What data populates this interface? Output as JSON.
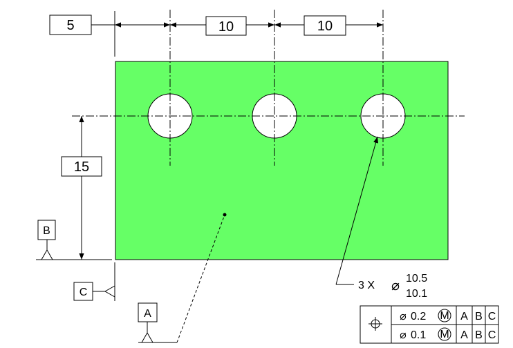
{
  "drawing": {
    "colors": {
      "part_fill": "#66ff66",
      "line": "#000000",
      "background": "#ffffff"
    },
    "dimensions": {
      "left_offset": "5",
      "hole_spacing_1": "10",
      "hole_spacing_2": "10",
      "vertical": "15"
    },
    "datums": {
      "a": "A",
      "b": "B",
      "c": "C"
    },
    "hole_callout": {
      "count": "3 X",
      "diameter_symbol": "⌀",
      "upper_limit": "10.5",
      "lower_limit": "10.1"
    },
    "feature_control_frame": {
      "characteristic_icon": "position-icon",
      "rows": [
        {
          "diameter_symbol": "⌀",
          "tolerance": "0.2",
          "modifier": "M",
          "datum1": "A",
          "datum2": "B",
          "datum3": "C"
        },
        {
          "diameter_symbol": "⌀",
          "tolerance": "0.1",
          "modifier": "M",
          "datum1": "A",
          "datum2": "B",
          "datum3": "C"
        }
      ]
    }
  }
}
